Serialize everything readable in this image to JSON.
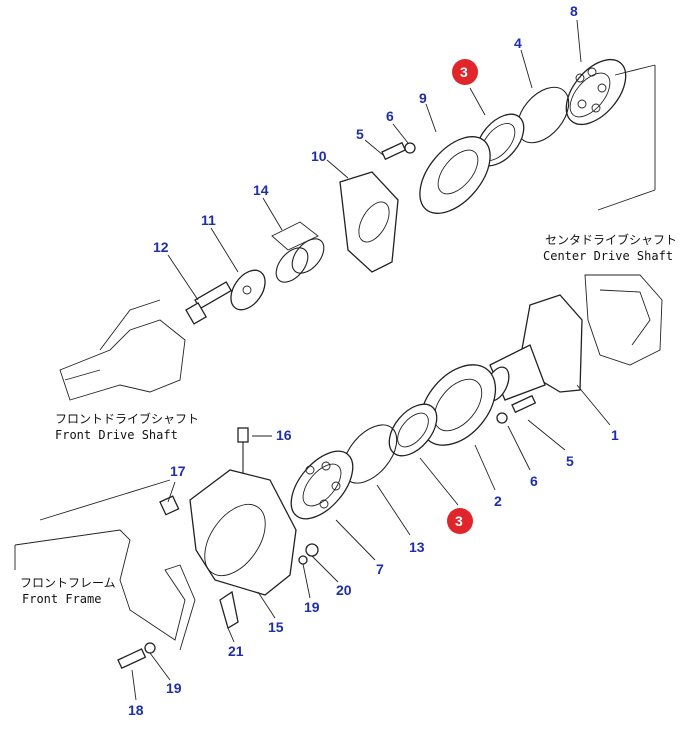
{
  "highlight_color": "#e0262a",
  "label_color": "#1f2fa8",
  "captions": {
    "center_jp": "センタドライブシャフト",
    "center_en": "Center Drive Shaft",
    "front_jp": "フロントドライブシャフト",
    "front_en": "Front Drive Shaft",
    "frame_jp": "フロントフレーム",
    "frame_en": "Front Frame"
  },
  "callouts": {
    "n1": "1",
    "n2": "2",
    "n3a": "3",
    "n3b": "3",
    "n4": "4",
    "n5a": "5",
    "n5b": "5",
    "n6a": "6",
    "n6b": "6",
    "n7": "7",
    "n8": "8",
    "n9": "9",
    "n10": "10",
    "n11": "11",
    "n12": "12",
    "n13": "13",
    "n14": "14",
    "n15": "15",
    "n16": "16",
    "n17": "17",
    "n18": "18",
    "n19a": "19",
    "n19b": "19",
    "n20": "20",
    "n21": "21"
  }
}
